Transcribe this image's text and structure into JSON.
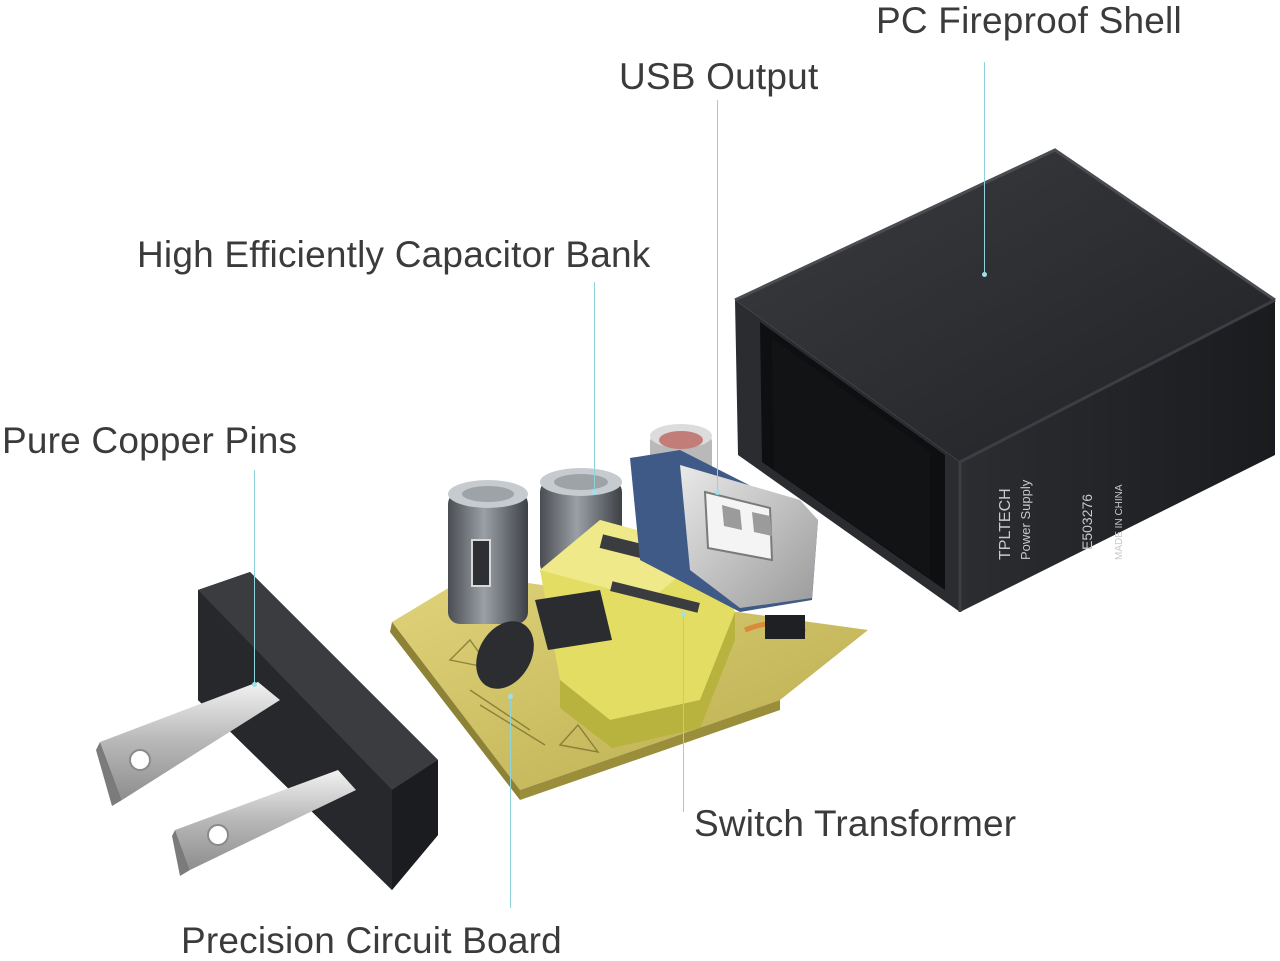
{
  "callouts": {
    "shell": "PC Fireproof Shell",
    "usb": "USB Output",
    "capacitor": "High Efficiently Capacitor Bank",
    "pins": "Pure Copper Pins",
    "transformer": "Switch Transformer",
    "board": "Precision Circuit Board"
  },
  "shell_print": {
    "brand": "TPLTECH",
    "product": "Power Supply",
    "certification": "E503276",
    "origin": "MADE IN CHINA"
  },
  "colors": {
    "leader_line": "#8fd3dd",
    "label_text": "#3b3b3b",
    "shell": "#222428",
    "circuit_board": "#cbbf62",
    "transformer_tape": "#e4dd63"
  }
}
